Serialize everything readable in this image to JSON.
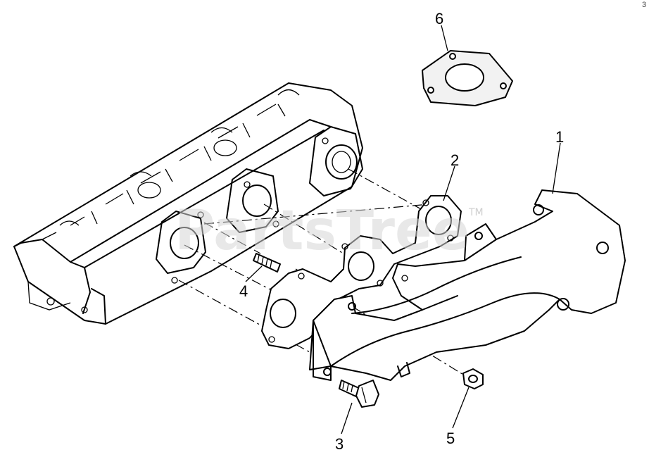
{
  "watermark": {
    "text": "PartsTree",
    "tm": "TM"
  },
  "corner_mark": "3",
  "callouts": [
    {
      "id": "part-1",
      "label": "1"
    },
    {
      "id": "part-2",
      "label": "2"
    },
    {
      "id": "part-3",
      "label": "3"
    },
    {
      "id": "part-4",
      "label": "4"
    },
    {
      "id": "part-5",
      "label": "5"
    },
    {
      "id": "part-6",
      "label": "6"
    }
  ],
  "colors": {
    "line": "#000000",
    "background": "#ffffff",
    "watermark": "#d6d6d6"
  }
}
